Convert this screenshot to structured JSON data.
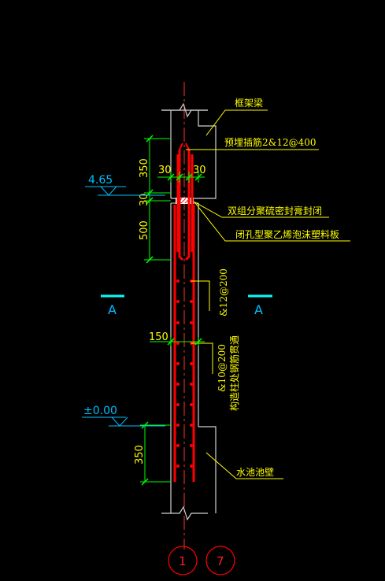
{
  "drawing": {
    "colors": {
      "background": "#000000",
      "wall": "#d0d0d0",
      "rebar": "#ff0000",
      "centerline": "#ff3030",
      "leader": "#ffff00",
      "dimension": "#00ff00",
      "section_mark": "#00ffff",
      "grid_bubble": "#ff0000"
    },
    "labels": {
      "beam": "框架梁",
      "dowel": "预埋插筋2&12@400",
      "sealant": "双组分聚硫密封膏封闭",
      "foam_board": "闭孔型聚乙烯泡沫塑料板",
      "rebar_vertical": "&12@200",
      "rebar_horizontal": "&10@200",
      "rebar_horizontal_note": "构造柱处钢筋贯通",
      "pool_wall": "水池池壁"
    },
    "elevations": {
      "top": "4.65",
      "ground": "±0.00"
    },
    "dimensions": {
      "top_embed": "350",
      "gap": "30",
      "foam": "500",
      "cover_left": "30",
      "cover_right": "30",
      "width": "150",
      "bottom_embed": "350"
    },
    "section_marks": {
      "left": "A",
      "right": "A"
    },
    "grid_bubbles": [
      "1",
      "7"
    ]
  }
}
